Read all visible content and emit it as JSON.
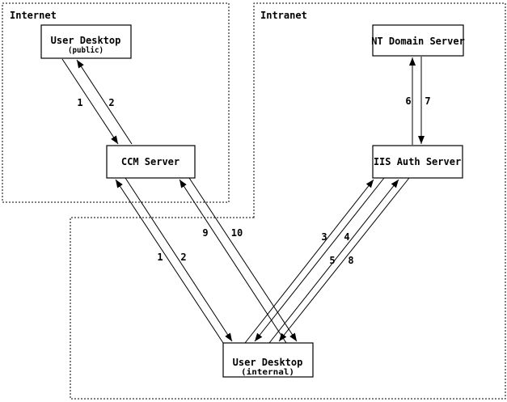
{
  "diagram": {
    "zones": {
      "internet": {
        "label": "Internet"
      },
      "intranet": {
        "label": "Intranet"
      }
    },
    "nodes": {
      "user_desktop_public": {
        "title": "User Desktop",
        "subtitle": "(public)"
      },
      "ccm_server": {
        "title": "CCM Server"
      },
      "nt_domain_server": {
        "title": "NT Domain Server"
      },
      "iis_auth_server": {
        "title": "IIS Auth Server"
      },
      "user_desktop_internal": {
        "title": "User Desktop",
        "subtitle": "(internal)"
      }
    },
    "steps": {
      "s1_public": "1",
      "s2_public": "2",
      "s1_internal": "1",
      "s2_internal": "2",
      "s3": "3",
      "s4": "4",
      "s5": "5",
      "s6": "6",
      "s7": "7",
      "s8": "8",
      "s9": "9",
      "s10": "10"
    },
    "colors": {
      "ink": "#000000",
      "background": "#ffffff"
    }
  }
}
